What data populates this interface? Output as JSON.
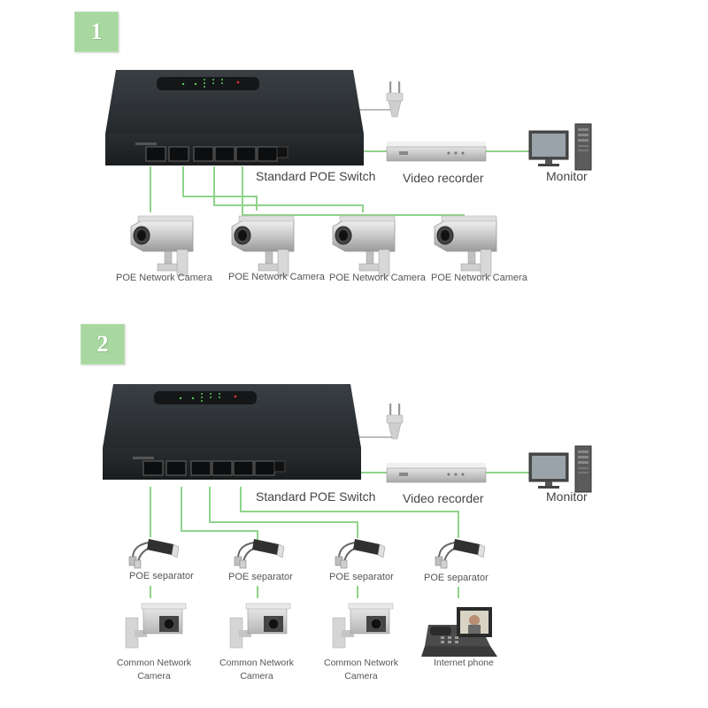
{
  "panel1": {
    "number": "1",
    "switch_label": "Standard POE Switch",
    "recorder_label": "Video recorder",
    "monitor_label": "Monitor",
    "cameras": [
      "POE Network Camera",
      "POE Network Camera",
      "POE Network Camera",
      "POE Network Camera"
    ]
  },
  "panel2": {
    "number": "2",
    "switch_label": "Standard POE Switch",
    "recorder_label": "Video recorder",
    "monitor_label": "Monitor",
    "separators": [
      "POE separator",
      "POE separator",
      "POE separator",
      "POE separator"
    ],
    "devices": [
      {
        "line1": "Common Network",
        "line2": "Camera"
      },
      {
        "line1": "Common Network",
        "line2": "Camera"
      },
      {
        "line1": "Common Network",
        "line2": "Camera"
      },
      {
        "line1": "Internet phone",
        "line2": ""
      }
    ]
  },
  "colors": {
    "connection_line": "#8fd48a",
    "badge": "#a8d8a0",
    "switch_body": "#2b2f33"
  }
}
